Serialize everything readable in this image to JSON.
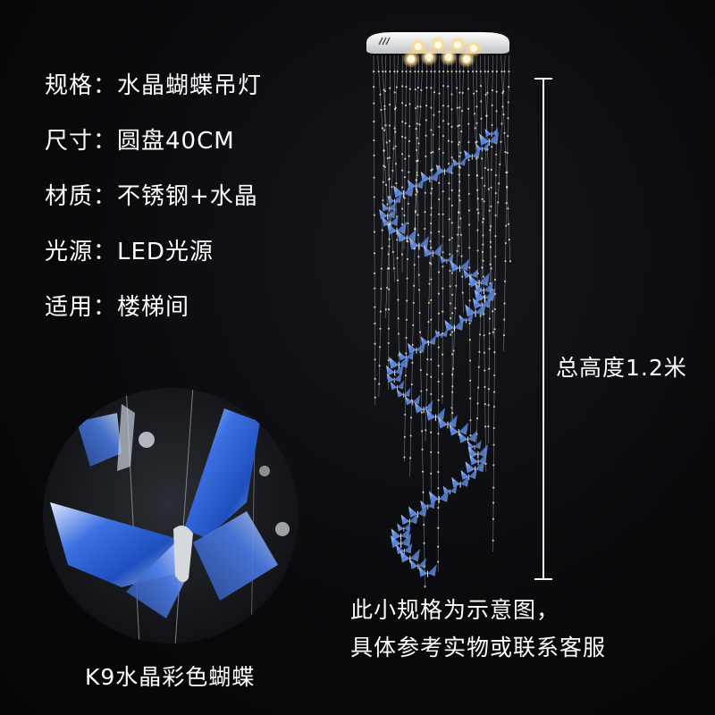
{
  "specs": [
    {
      "label": "规格：",
      "value": "水晶蝴蝶吊灯"
    },
    {
      "label": "尺寸：",
      "value": "圆盘40CM"
    },
    {
      "label": "材质：",
      "value": "不锈钢+水晶"
    },
    {
      "label": "光源：",
      "value": "LED光源"
    },
    {
      "label": "适用：",
      "value": "楼梯间"
    }
  ],
  "height_label": "总高度1.2米",
  "note": {
    "line1": "此小规格为示意图，",
    "line2": "具体参考实物或联系客服"
  },
  "detail_caption": "K9水晶彩色蝴蝶",
  "colors": {
    "background": "#07080a",
    "text": "#ffffff",
    "crystal_blue": "#3d6fd8",
    "canopy": "#f2f2f2"
  },
  "icons": [
    "butterfly-crystal-icon",
    "led-light-icon"
  ]
}
